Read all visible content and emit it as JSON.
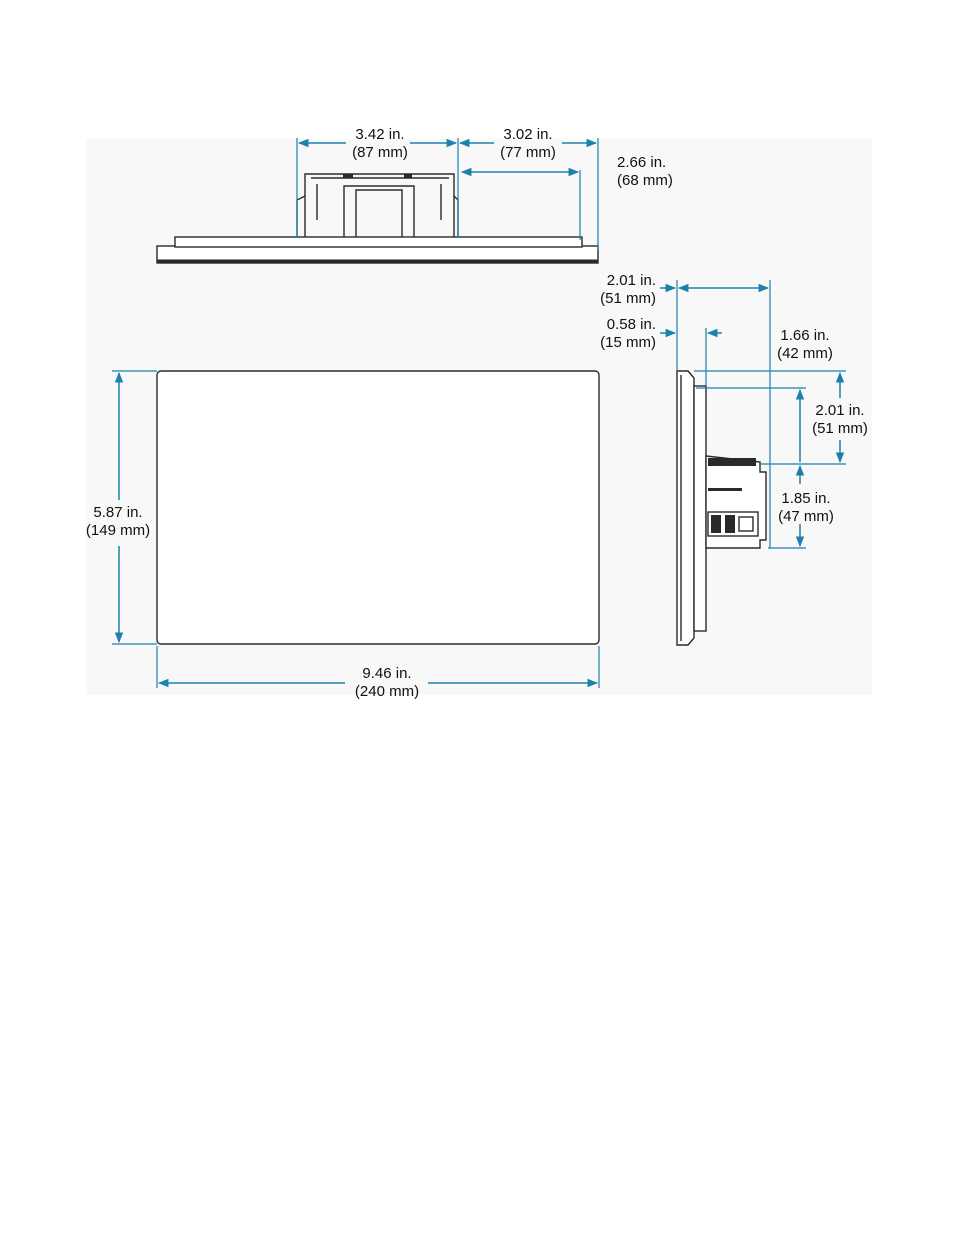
{
  "colors": {
    "dimension": "#1a82ad",
    "outline": "#2a2a2a",
    "panel": "#f8f8f8"
  },
  "top_view": {
    "bracket_width": {
      "imperial": "3.42 in.",
      "metric": "(87 mm)"
    },
    "right_offset": {
      "imperial": "3.02 in.",
      "metric": "(77 mm)"
    },
    "depth_offset": {
      "imperial": "2.66 in.",
      "metric": "(68 mm)"
    }
  },
  "front_view": {
    "height": {
      "imperial": "5.87 in.",
      "metric": "(149 mm)"
    },
    "width": {
      "imperial": "9.46 in.",
      "metric": "(240 mm)"
    }
  },
  "side_view": {
    "overall_depth": {
      "imperial": "2.01 in.",
      "metric": "(51 mm)"
    },
    "bezel_depth": {
      "imperial": "0.58 in.",
      "metric": "(15 mm)"
    },
    "rear_depth": {
      "imperial": "1.66 in.",
      "metric": "(42 mm)"
    },
    "upper_height": {
      "imperial": "2.01 in.",
      "metric": "(51 mm)"
    },
    "lower_height": {
      "imperial": "1.85 in.",
      "metric": "(47 mm)"
    }
  }
}
